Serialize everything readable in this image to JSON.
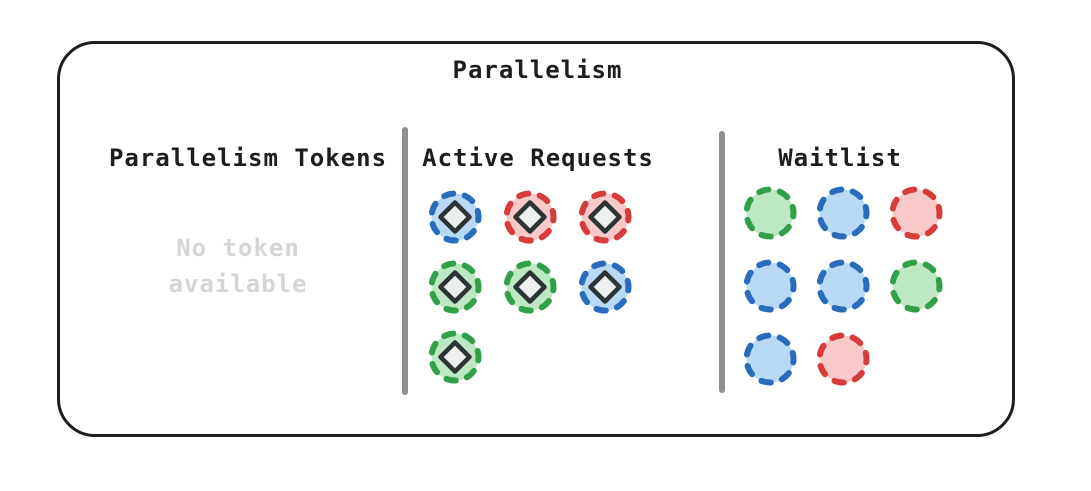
{
  "title": "Parallelism",
  "sections": {
    "parallelism_tokens": {
      "heading": "Parallelism Tokens",
      "empty_state": "No token available"
    },
    "active_requests": {
      "heading": "Active Requests",
      "token_style": "request",
      "rows": [
        [
          "blue",
          "red",
          "red"
        ],
        [
          "green",
          "green",
          "blue"
        ],
        [
          "green"
        ]
      ]
    },
    "waitlist": {
      "heading": "Waitlist",
      "token_style": "waitlist",
      "rows": [
        [
          "green",
          "blue",
          "red"
        ],
        [
          "blue",
          "blue",
          "green"
        ],
        [
          "blue",
          "red"
        ]
      ]
    }
  },
  "palette": {
    "blue": {
      "stroke": "#2a6cbb",
      "fill": "#b9daf6"
    },
    "red": {
      "stroke": "#d63c3c",
      "fill": "#f8c9c9"
    },
    "green": {
      "stroke": "#32a04b",
      "fill": "#bde8c4"
    },
    "diamond_stroke": "#2d3436",
    "diamond_fill": "#edefef",
    "divider": "#8f8f8f",
    "frame_border": "#1e1e1e",
    "muted_text": "#d5d5d5",
    "text": "#1e1e1e"
  }
}
